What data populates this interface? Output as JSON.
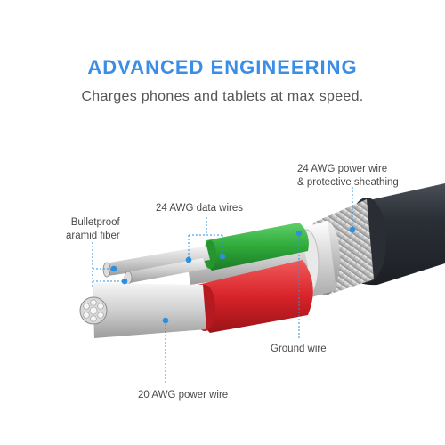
{
  "header": {
    "title": "ADVANCED ENGINEERING",
    "subtitle": "Charges phones and tablets at max speed."
  },
  "callouts": {
    "power_wire_sheathing": [
      "24 AWG power wire",
      "& protective sheathing"
    ],
    "data_wires": "24 AWG data wires",
    "aramid_fiber": [
      "Bulletproof",
      "aramid fiber"
    ],
    "ground_wire": "Ground wire",
    "power_wire_20": "20 AWG power wire"
  },
  "colors": {
    "headline": "#3a8ee6",
    "callout_dot": "#2e8fe0",
    "jacket": "#2b2f36",
    "green_insulation": "#2faa3a",
    "red_insulation": "#d8232a"
  }
}
